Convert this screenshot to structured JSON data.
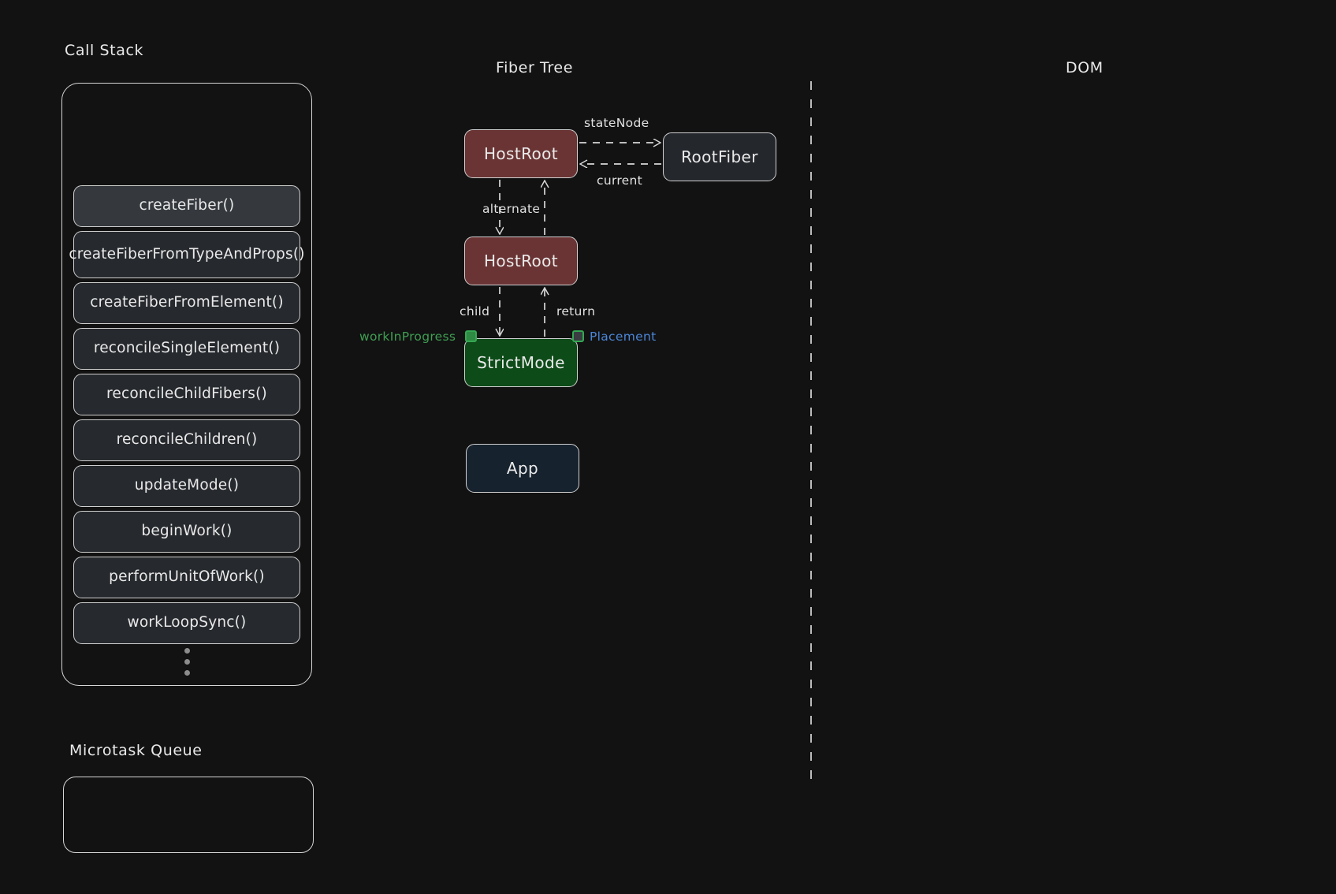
{
  "sections": {
    "call_stack_title": "Call Stack",
    "fiber_tree_title": "Fiber Tree",
    "dom_title": "DOM",
    "microtask_title": "Microtask Queue"
  },
  "call_stack": {
    "frames": [
      {
        "label": "workLoopSync()",
        "active": false
      },
      {
        "label": "performUnitOfWork()",
        "active": false
      },
      {
        "label": "beginWork()",
        "active": false
      },
      {
        "label": "updateMode()",
        "active": false
      },
      {
        "label": "reconcileChildren()",
        "active": false
      },
      {
        "label": "reconcileChildFibers()",
        "active": false
      },
      {
        "label": "reconcileSingleElement()",
        "active": false
      },
      {
        "label": "createFiberFromElement()",
        "active": false
      },
      {
        "label": "createFiberFrom TypeAndProps()",
        "active": false
      },
      {
        "label": "createFiber()",
        "active": true
      }
    ],
    "overflow_indicator": "⋮"
  },
  "microtask_queue": {
    "items": []
  },
  "fiber_tree": {
    "nodes": [
      {
        "id": "host-root-current",
        "label": "HostRoot",
        "kind": "host-root",
        "color": "#6b3434"
      },
      {
        "id": "root-fiber",
        "label": "RootFiber",
        "kind": "root-fiber",
        "color": "#24272c"
      },
      {
        "id": "host-root-wip",
        "label": "HostRoot",
        "kind": "host-root",
        "color": "#6b3434"
      },
      {
        "id": "strict-mode",
        "label": "StrictMode",
        "kind": "strict-mode",
        "color": "#0d4b18"
      },
      {
        "id": "app",
        "label": "App",
        "kind": "app-node",
        "color": "#16222e"
      }
    ],
    "edges": [
      {
        "id": "state-node",
        "label": "stateNode",
        "from": "host-root-current",
        "to": "root-fiber",
        "style": "dashed"
      },
      {
        "id": "current",
        "label": "current",
        "from": "root-fiber",
        "to": "host-root-current",
        "style": "dashed"
      },
      {
        "id": "alternate",
        "label": "alternate",
        "from": "host-root-current",
        "to": "host-root-wip",
        "style": "dashed"
      },
      {
        "id": "child",
        "label": "child",
        "from": "host-root-wip",
        "to": "strict-mode",
        "style": "dashed"
      },
      {
        "id": "return",
        "label": "return",
        "from": "strict-mode",
        "to": "host-root-wip",
        "style": "dashed"
      }
    ],
    "flags": [
      {
        "id": "work-in-progress",
        "label": "workInProgress",
        "color": "#3f9e52",
        "filled": true,
        "node": "strict-mode",
        "side": "left"
      },
      {
        "id": "placement",
        "label": "Placement",
        "color": "#4a86d8",
        "filled": false,
        "node": "strict-mode",
        "side": "right"
      }
    ]
  },
  "divider": {
    "name": "fiber-dom-divider",
    "style": "dashed",
    "color": "#d0d0d0"
  }
}
